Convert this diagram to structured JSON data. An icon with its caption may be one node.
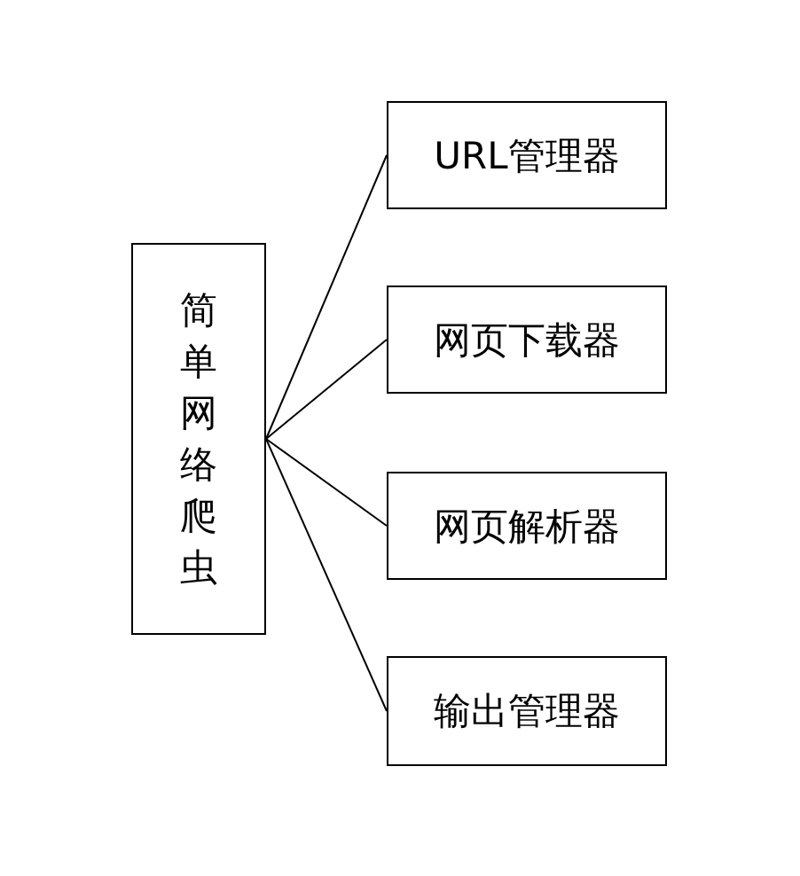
{
  "diagram": {
    "nodes": [
      {
        "text": [
          "简单网络爬虫"
        ]
      },
      {
        "text": [
          "URL管理器"
        ]
      },
      {
        "text": [
          "网页下载器"
        ]
      },
      {
        "text": [
          "网页解析器"
        ]
      },
      {
        "text": [
          "输出管理器"
        ]
      }
    ],
    "edges": [
      {
        "from": 0,
        "to": 1,
        "arrow": "none"
      },
      {
        "from": 0,
        "to": 2,
        "arrow": "none"
      },
      {
        "from": 0,
        "to": 3,
        "arrow": "none"
      },
      {
        "from": 0,
        "to": 4,
        "arrow": "none"
      }
    ]
  }
}
